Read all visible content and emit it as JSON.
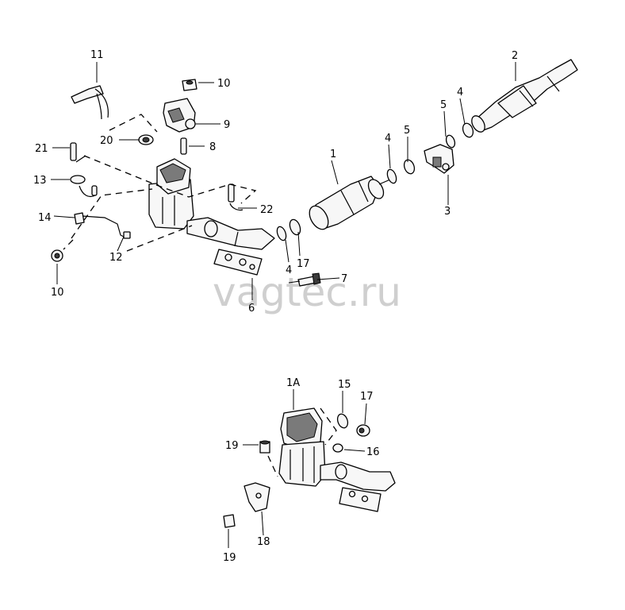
{
  "watermark": "vagtec.ru",
  "callouts_top": {
    "c1": "1",
    "c2": "2",
    "c3": "3",
    "c4a": "4",
    "c4b": "4",
    "c4c": "4",
    "c5a": "5",
    "c5b": "5",
    "c6": "6",
    "c7": "7",
    "c8": "8",
    "c9": "9",
    "c10a": "10",
    "c10b": "10",
    "c11": "11",
    "c12": "12",
    "c13": "13",
    "c14": "14",
    "c17": "17",
    "c20": "20",
    "c21": "21",
    "c22": "22"
  },
  "callouts_bottom": {
    "c1A": "1A",
    "c15": "15",
    "c16": "16",
    "c17": "17",
    "c18": "18",
    "c19a": "19",
    "c19b": "19"
  }
}
